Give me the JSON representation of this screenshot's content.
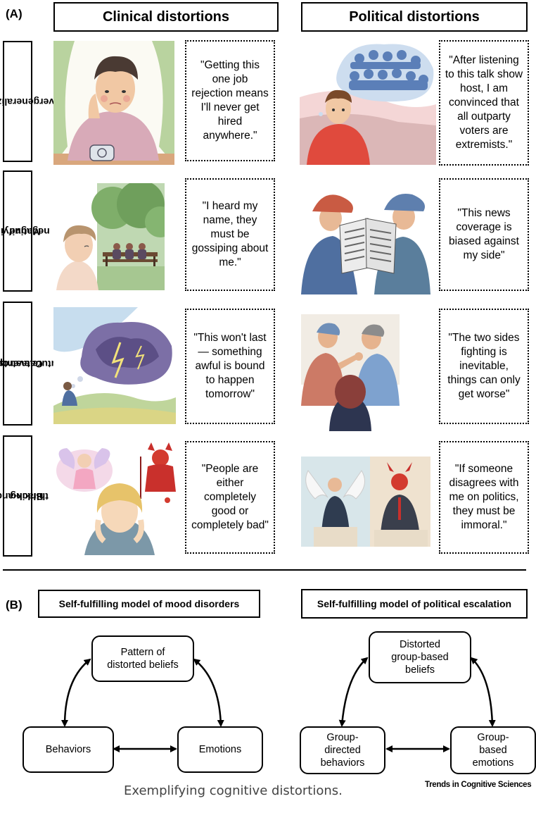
{
  "panel_a": {
    "label": "(A)",
    "col_headers": [
      "Clinical distortions",
      "Political distortions"
    ],
    "rows": [
      {
        "label_line1": "Overgeneralization",
        "label_line2": "",
        "clinical_quote": "\"Getting this one job rejection means I'll never get hired anywhere.\"",
        "political_quote": "\"After listening to this talk show host, I am convinced that all outparty voters are extremists.\""
      },
      {
        "label_line1": "Magnifying the",
        "label_line2": "negative",
        "clinical_quote": "\"I heard my name, they must be gossiping about me.\"",
        "political_quote": "\"This news coverage is biased against my side\""
      },
      {
        "label_line1": "Catastrophizing",
        "label_line2": "future events",
        "clinical_quote": "\"This won't last— something awful is bound to happen tomorrow\"",
        "political_quote": "\"The two sides fighting is inevitable, things can only get worse\""
      },
      {
        "label_line1": "Black-and-white",
        "label_line2": "thinking",
        "clinical_quote": "\"People are either completely good or completely bad\"",
        "political_quote": "\"If someone disagrees with me on politics, they must be immoral.\""
      }
    ]
  },
  "panel_b": {
    "label": "(B)",
    "left": {
      "title": "Self-fulfilling model of mood disorders",
      "top": [
        "Pattern of",
        "distorted beliefs"
      ],
      "left_node": [
        "Behaviors"
      ],
      "right_node": [
        "Emotions"
      ]
    },
    "right": {
      "title": "Self-fulfilling model of political escalation",
      "top": [
        "Distorted",
        "group-based",
        "beliefs"
      ],
      "left_node": [
        "Group-",
        "directed",
        "behaviors"
      ],
      "right_node": [
        "Group-",
        "based",
        "emotions"
      ]
    }
  },
  "caption": "Exemplifying cognitive distortions.",
  "brand": "Trends in Cognitive Sciences"
}
